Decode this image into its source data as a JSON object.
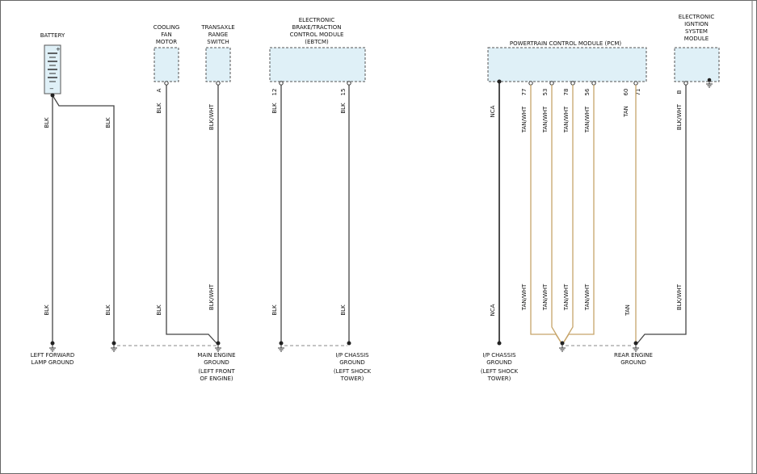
{
  "components": {
    "battery": "BATTERY",
    "battery_plus": "+",
    "battery_minus": "−",
    "cooling_fan": [
      "COOLING",
      "FAN",
      "MOTOR"
    ],
    "transaxle": [
      "TRANSAXLE",
      "RANGE",
      "SWITCH"
    ],
    "ebtcm": [
      "ELECTRONIC",
      "BRAKE/TRACTION",
      "CONTROL MODULE",
      "(EBTCM)"
    ],
    "pcm": "POWERTRAIN CONTROL MODULE (PCM)",
    "ignition": [
      "ELECTRONIC",
      "IGNTION",
      "SYSTEM",
      "MODULE"
    ]
  },
  "pins": {
    "fan": "A",
    "ebtcm_a": "12",
    "ebtcm_b": "15",
    "nca": "NCA",
    "p77": "77",
    "p53": "53",
    "p78": "78",
    "p56": "56",
    "p60": "60",
    "p71": "71",
    "ign_b": "B"
  },
  "wires": {
    "blk": "BLK",
    "blkwht": "BLK/WHT",
    "tanwht": "TAN/WHT",
    "tan": "TAN",
    "nca": "NCA"
  },
  "grounds": {
    "left_forward": [
      "LEFT FORWARD",
      "LAMP GROUND"
    ],
    "main_engine": [
      "MAIN ENGINE",
      "GROUND",
      "(LEFT FRONT",
      "OF ENGINE)"
    ],
    "ip_chassis_1": [
      "I/P CHASSIS",
      "GROUND",
      "(LEFT SHOCK",
      "TOWER)"
    ],
    "ip_chassis_2": [
      "I/P CHASSIS",
      "GROUND",
      "(LEFT SHOCK",
      "TOWER)"
    ],
    "rear_engine": [
      "REAR ENGINE",
      "GROUND"
    ]
  }
}
